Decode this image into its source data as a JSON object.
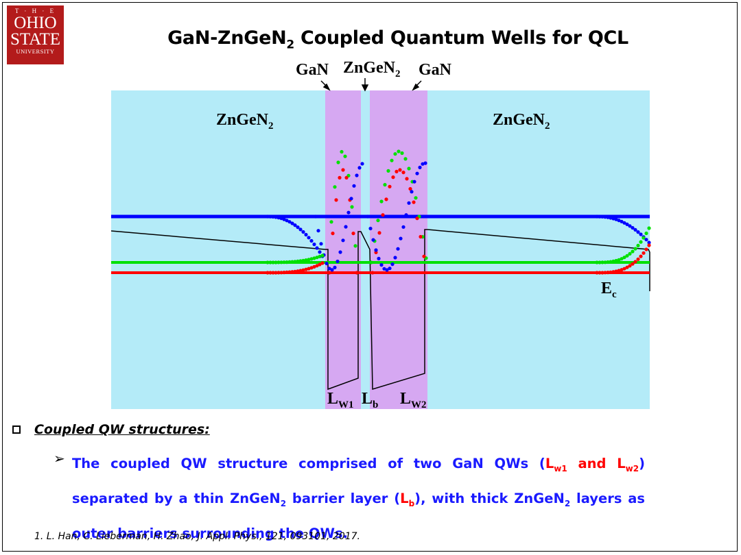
{
  "logo": {
    "line1": "T · H · E",
    "line2": "OHIO",
    "line3": "STATE",
    "line4": "UNIVERSITY"
  },
  "title": {
    "part1": "GaN-ZnGeN",
    "sub": "2",
    "part2": " Coupled Quantum Wells for QCL"
  },
  "diagram": {
    "top_labels": {
      "left": "GaN",
      "middle": "ZnGeN",
      "middle_sub": "2",
      "right": "GaN"
    },
    "region_left": {
      "text": "ZnGeN",
      "sub": "2"
    },
    "region_right": {
      "text": "ZnGeN",
      "sub": "2"
    },
    "ec_label": {
      "text": "E",
      "sub": "c"
    },
    "bottom_labels": {
      "lw1": {
        "text": "L",
        "sub": "W1"
      },
      "lb": {
        "text": "L",
        "sub": "b"
      },
      "lw2": {
        "text": "L",
        "sub": "W2"
      }
    },
    "colors": {
      "barrier": "#b4ebf8",
      "well": "#d6a8f2",
      "red": "#ff0000",
      "green": "#00e000",
      "blue": "#0000ff",
      "band": "#000000"
    }
  },
  "bullet": {
    "heading": "Coupled QW structures:"
  },
  "body": {
    "t1": "The coupled QW structure comprised of two GaN QWs (",
    "lw1": "L",
    "lw1_sub": "w1",
    "and": " and ",
    "lw2": "L",
    "lw2_sub": "w2",
    "t2": ") separated by a thin ZnGeN",
    "sub2a": "2",
    "t3": " barrier layer (",
    "lb": "L",
    "lb_sub": "b",
    "t4": "), with thick ZnGeN",
    "sub2b": "2",
    "t5": " layers as outer barriers surrounding the QWs."
  },
  "reference": "1.   L. Han, C. Lieberman, H. Zhao, J. Appl. Phys., 121, 093101, 2017."
}
